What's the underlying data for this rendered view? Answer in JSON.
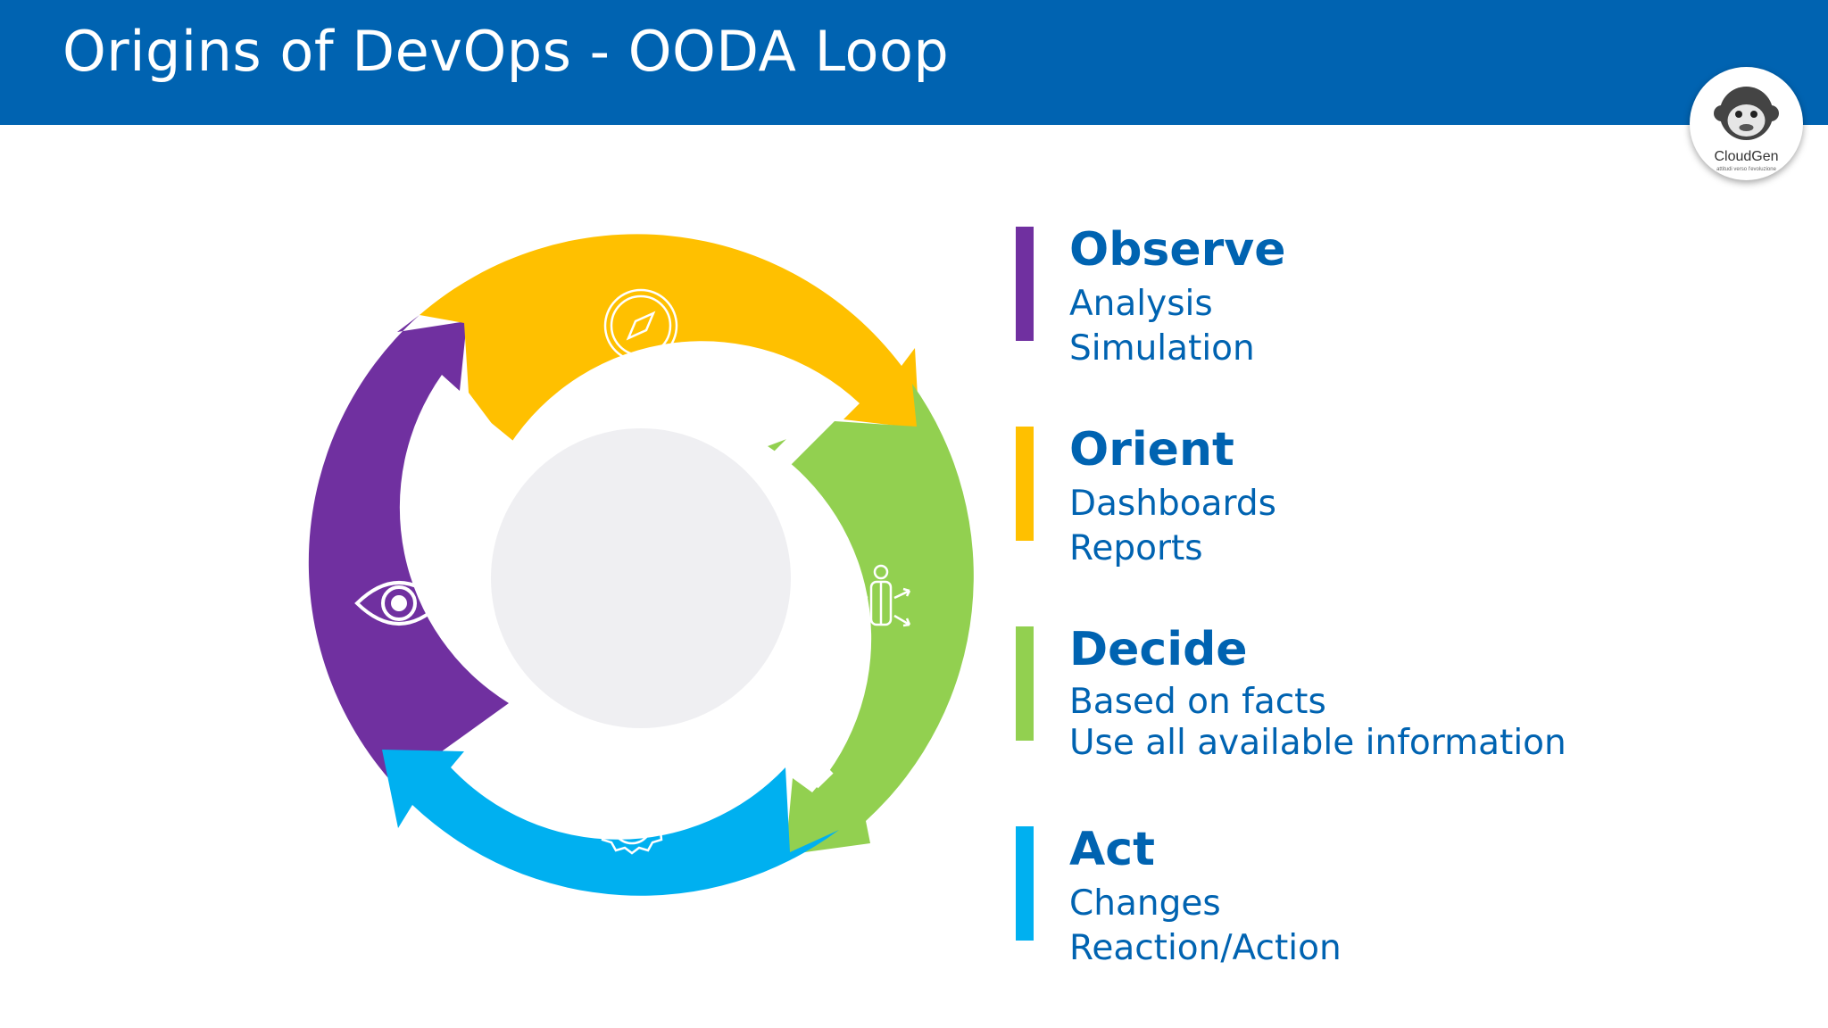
{
  "title": "Origins of DevOps - OODA Loop",
  "logo": {
    "name": "CloudGen",
    "tagline": "attitudi verso l'evoluzione"
  },
  "colors": {
    "header": "#0063b1",
    "text": "#0063b1",
    "purple": "#7030a0",
    "yellow": "#ffc000",
    "green": "#92d050",
    "blue": "#00b0f0",
    "center": "#efeff2"
  },
  "cycle": {
    "segments": [
      {
        "name": "observe",
        "icon": "eye-icon",
        "color": "#7030a0"
      },
      {
        "name": "orient",
        "icon": "compass-icon",
        "color": "#ffc000"
      },
      {
        "name": "decide",
        "icon": "person-arrows-icon",
        "color": "#92d050"
      },
      {
        "name": "act",
        "icon": "check-badge-icon",
        "color": "#00b0f0"
      }
    ]
  },
  "items": [
    {
      "heading": "Observe",
      "lines": [
        "Analysis",
        "Simulation"
      ],
      "color": "#7030a0"
    },
    {
      "heading": "Orient",
      "lines": [
        "Dashboards",
        "Reports"
      ],
      "color": "#ffc000"
    },
    {
      "heading": "Decide",
      "lines": [
        "Based on facts",
        "Use all available information"
      ],
      "color": "#92d050"
    },
    {
      "heading": "Act",
      "lines": [
        "Changes",
        "Reaction/Action"
      ],
      "color": "#00b0f0"
    }
  ]
}
